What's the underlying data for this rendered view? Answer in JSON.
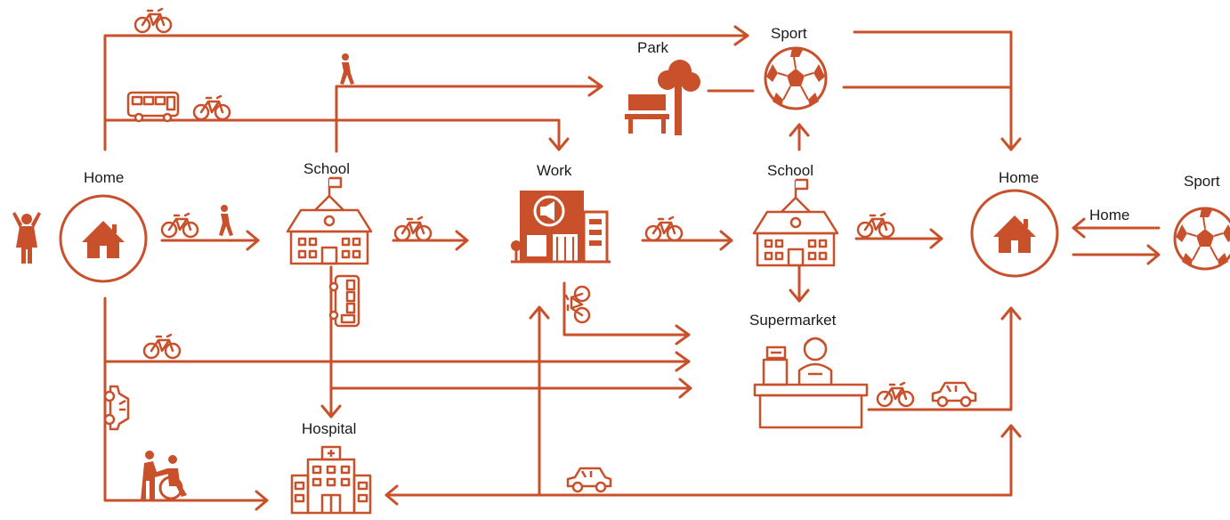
{
  "accent": "#c8502a",
  "labels": {
    "home_left": "Home",
    "school_left": "School",
    "work": "Work",
    "park": "Park",
    "sport_top": "Sport",
    "school_right": "School",
    "home_right": "Home",
    "sport_right": "Sport",
    "home_arrow": "Home",
    "supermarket": "Supermarket",
    "hospital": "Hospital"
  },
  "icons": [
    "person-icon",
    "home-icon",
    "school-icon",
    "work-building-icon",
    "park-tree-icon",
    "bench-icon",
    "soccer-ball-icon",
    "supermarket-icon",
    "hospital-icon",
    "bicycle-icon",
    "walking-icon",
    "bus-icon",
    "car-icon",
    "wheelchair-icon"
  ]
}
